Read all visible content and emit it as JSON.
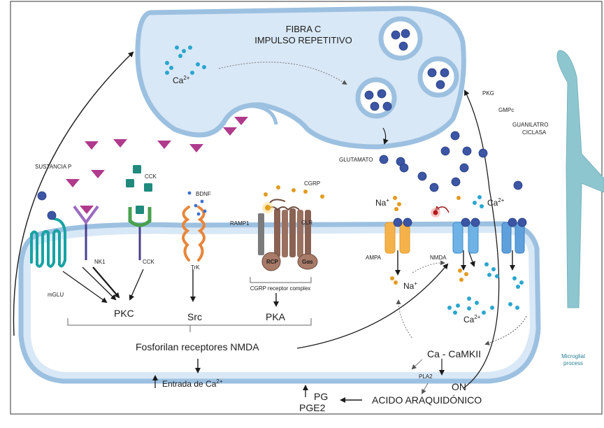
{
  "top_title_line1": "FIBRA C",
  "top_title_line2": "IMPULSO REPETITIVO",
  "ca_top": "Ca",
  "ca_sup": "2+",
  "glutamato": "GLUTAMATO",
  "sustancia_p": "SUSTANCIA P",
  "cck_top": "CCK",
  "bdnf": "BDNF",
  "cgrp": "CGRP",
  "ramp1": "RAMP1",
  "clr": "CLR",
  "rcp": "RCP",
  "gas": "Gαs",
  "cgrp_complex": "CGRP receptor complex",
  "mglu": "mGLU",
  "nk1": "NK1",
  "cck_low": "CCK",
  "trk": "TrK",
  "pkc": "PKC",
  "src": "Src",
  "pka": "PKA",
  "na_top": "Na",
  "na_bottom": "Na",
  "plus": "+",
  "ampa": "AMPA",
  "nmda": "NMDA",
  "ca_right": "Ca",
  "ca_low": "Ca",
  "pkg": "PKG",
  "gmpc": "GMPc",
  "guanilatro": "GUANILATRO",
  "ciclasa": "CICLASA",
  "fosforilan": "Fosforilan receptores NMDA",
  "entrada": "Entrada de Ca",
  "camkii": "Ca - CaMKII",
  "pla2": "PLA2",
  "on": "ON",
  "acido": "ACIDO ARAQUIDÓNICO",
  "pg": "PG",
  "pge2": "PGE2",
  "microglial": "Microglial",
  "process": "process",
  "colors": {
    "membrane_fill": "#d9e8f6",
    "membrane_stroke": "#9cc0e0",
    "vesicle_dot": "#3c55a5",
    "ca_dot": "#2aa6cf",
    "substance_p": "#b03a8c",
    "cck": "#1f8a7d",
    "microglia": "#8ec6cf"
  }
}
